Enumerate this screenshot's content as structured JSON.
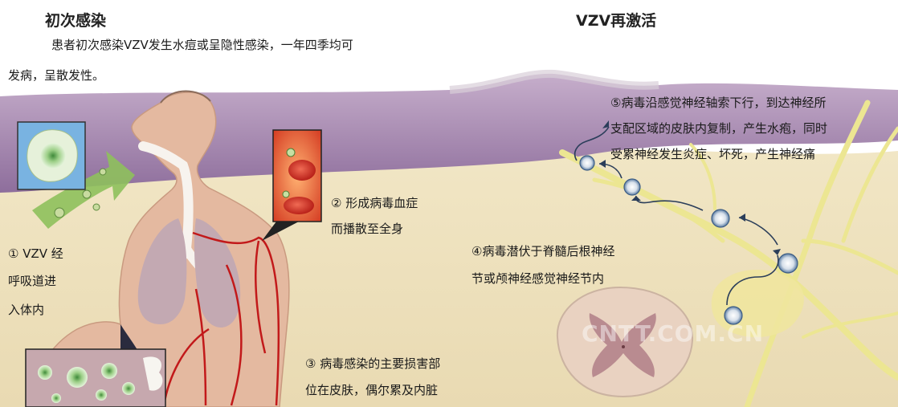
{
  "left": {
    "title": "初次感染",
    "desc_line1": "患者初次感染VZV发生水痘或呈隐性感染，一年四季均可",
    "desc_line2": "发病，呈散发性。"
  },
  "right": {
    "title": "VZV再激活"
  },
  "steps": {
    "s1_l1": "① VZV 经",
    "s1_l2": "呼吸道进",
    "s1_l3": "入体内",
    "s2_l1": "② 形成病毒血症",
    "s2_l2": "而播散至全身",
    "s3_l1": "③ 病毒感染的主要损害部",
    "s3_l2": "位在皮肤，偶尔累及内脏",
    "s4_l1": "④病毒潜伏于脊髓后根神经",
    "s4_l2": "节或颅神经感觉神经节内",
    "s5_l1": "⑤病毒沿感觉神经轴索下行，到达神经所",
    "s5_l2": "支配区域的皮肤内复制，产生水疱，同时",
    "s5_l3": "受累神经发生炎症、坏死，产生神经痛"
  },
  "watermark": "CNTT.COM.CN",
  "colors": {
    "skin_band": "#efe0bb",
    "purple_band": "#9a7ba6",
    "body_skin": "#e8bda2",
    "lungs": "#c2a8b1",
    "nerve": "#ece693",
    "arrow_green": "#8cbf5b",
    "blood_panel": "#e85a2c"
  }
}
